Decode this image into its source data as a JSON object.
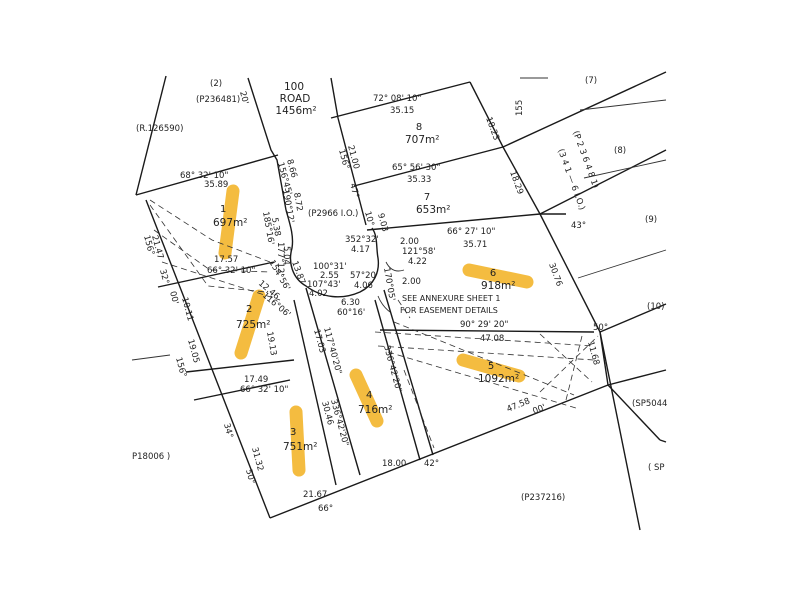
{
  "highlight_color": "#f2b01e",
  "road": {
    "number": "100",
    "name": "ROAD",
    "area": "1456m²"
  },
  "plan_ref": "(P2966 I.O.)",
  "lots": [
    {
      "number": "1",
      "area": "697m²"
    },
    {
      "number": "2",
      "area": "725m²"
    },
    {
      "number": "3",
      "area": "751m²"
    },
    {
      "number": "4",
      "area": "716m²"
    },
    {
      "number": "5",
      "area": "1092m²"
    },
    {
      "number": "6",
      "area": "918m²"
    },
    {
      "number": "7",
      "area": "653m²"
    },
    {
      "number": "8",
      "area": "707m²"
    }
  ],
  "adjoining": {
    "lot2_p236481": "(2)",
    "p236481": "(P236481)",
    "r126590": "(R.126590)",
    "lot7": "(7)",
    "lot8": "(8)",
    "lot9": "(9)",
    "lot10": "(10)",
    "p23641_vertical": "(P 2 3 6 4 8 1)",
    "i341_vertical": "(3 4 1 — 6 I.O.)",
    "sp5044": "(SP5044",
    "sp": "( SP",
    "p18006": "P18006 )",
    "p237216": "(P237216)"
  },
  "annexure_note": [
    "SEE ANNEXURE SHEET 1",
    "FOR EASEMENT DETAILS"
  ],
  "dimensions": {
    "top_bearing": "72°  08'  10\"",
    "top_len": "35.15",
    "b155_right": "155",
    "d18_23": "18.23",
    "lot8_bottom_bearing": "65° 56' 30\"",
    "lot8_bottom_len": "35.33",
    "d18_29": "18.29",
    "lot7_bottom_bearing": "66° 27' 10\"",
    "lot7_bottom_len": "35.71",
    "b43": "43°",
    "d30_76": "30.76",
    "d21_00": "21.00",
    "b156_road": "156°",
    "b47": "47°",
    "b10": "10°",
    "d9_03": "9.03",
    "d2_00a": "2.00",
    "bear_121": "121°58'",
    "d4_22": "4.22",
    "bear_352": "352°32'",
    "d4_17": "4.17",
    "d2_00b": "2.00",
    "d8_66": "8.66",
    "bear_156_45": "156°45'",
    "bear_190_12": "190°12'",
    "d8_72": "8.72",
    "lot1_top_bearing": "68°  32'  10\"",
    "lot1_top_len": "35.89",
    "bear_185": "185°16'",
    "d5_38": "5.38",
    "bear_177": "177°12'",
    "d5_04": "5.04",
    "d17_57": "17.57",
    "lot1_bottom_bearing": "66°  32'  10\"",
    "b156_left": "156°",
    "d21_47": "21.47",
    "b32": "32°",
    "b00_left": "00'",
    "d10_11": "10.11",
    "d19_05": "19.05",
    "b156_mid": "156°",
    "bear_154": "154°56'",
    "d12_46": "12.46",
    "bear_116": "116°06'",
    "bear_100": "100°31'",
    "d2_55": "2.55",
    "bear_107": "107°43'",
    "d4_02": "4.02",
    "d13_87": "13.87",
    "d6_30": "6.30",
    "d6_16": "60°16'",
    "d57_20": "57°20'",
    "d4_06": "4.06",
    "bear_170": "170°05'",
    "d19_13": "19.13",
    "d17_49": "17.49",
    "lot2_bottom_bearing": "66°  32'  10\"",
    "d17_03": "17.03",
    "bear_117_40": "117°40'20\"",
    "bear_90": "90°  29'  20\"",
    "d47_08": "47.08",
    "d11_68": "11.68",
    "b50": "50°",
    "d47_58": "47.58",
    "b00_bottom": "00'",
    "d30_46": "30.46",
    "bear_336": "336°42'20\"",
    "bear_336b": "336°42'20\"",
    "d18_00": "18.00",
    "b42": "42°",
    "b34": "34°",
    "d31_32": "31.32",
    "b50_bottom": "50°",
    "d21_67": "21.67",
    "b66": "66°",
    "b20": "20'"
  }
}
